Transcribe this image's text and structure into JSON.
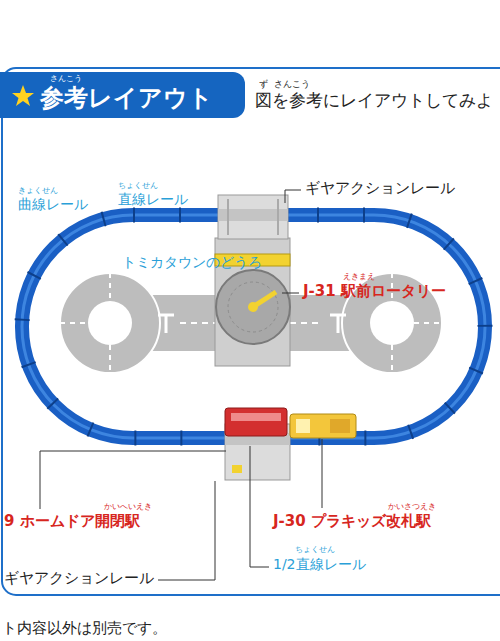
{
  "diagram": {
    "nodes": [
      {
        "text": [
          "参考レイアウト"
        ]
      }
    ],
    "labels": [
      "さんこう",
      "ず",
      "さんこう",
      "図を参考にレイアウトしてみよ",
      "きょくせん",
      "曲線レール",
      "ちょくせん",
      "直線レール",
      "ギヤアクションレール",
      "トミカタウンのどうろ",
      "えきまえ",
      "J-31 駅前ロータリー",
      "かいへいえき",
      "9 ホームドア開閉駅",
      "ギヤアクションレール",
      "かいさつえき",
      "J-30 プラキッズ改札駅",
      "ちょくせん",
      "1/2直線レール",
      "ト内容以外は別売です。"
    ]
  }
}
